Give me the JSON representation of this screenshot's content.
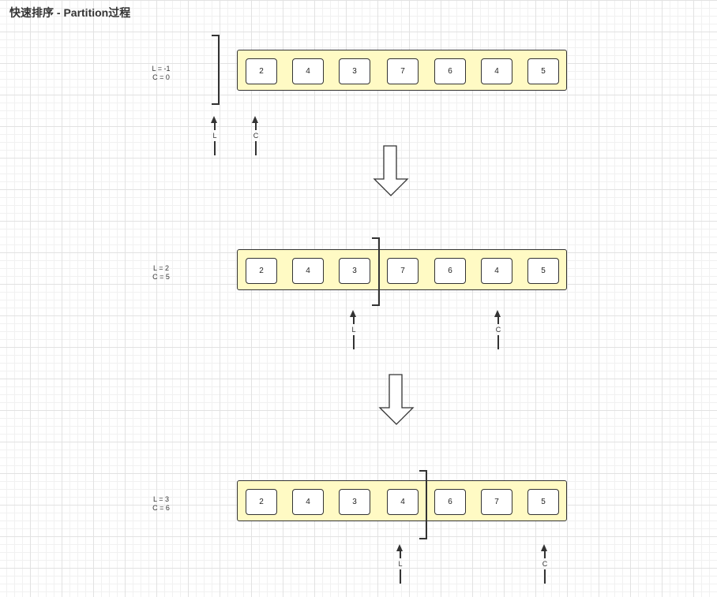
{
  "title": "快速排序 - Partition过程",
  "steps": [
    {
      "vars": [
        "L = -1",
        "C = 0"
      ],
      "values": [
        "2",
        "4",
        "3",
        "7",
        "6",
        "4",
        "5"
      ]
    },
    {
      "vars": [
        "L = 2",
        "C = 5"
      ],
      "values": [
        "2",
        "4",
        "3",
        "7",
        "6",
        "4",
        "5"
      ]
    },
    {
      "vars": [
        "L = 3",
        "C = 6"
      ],
      "values": [
        "2",
        "4",
        "3",
        "4",
        "6",
        "7",
        "5"
      ]
    }
  ],
  "pointers": {
    "l": "L",
    "c": "C"
  }
}
